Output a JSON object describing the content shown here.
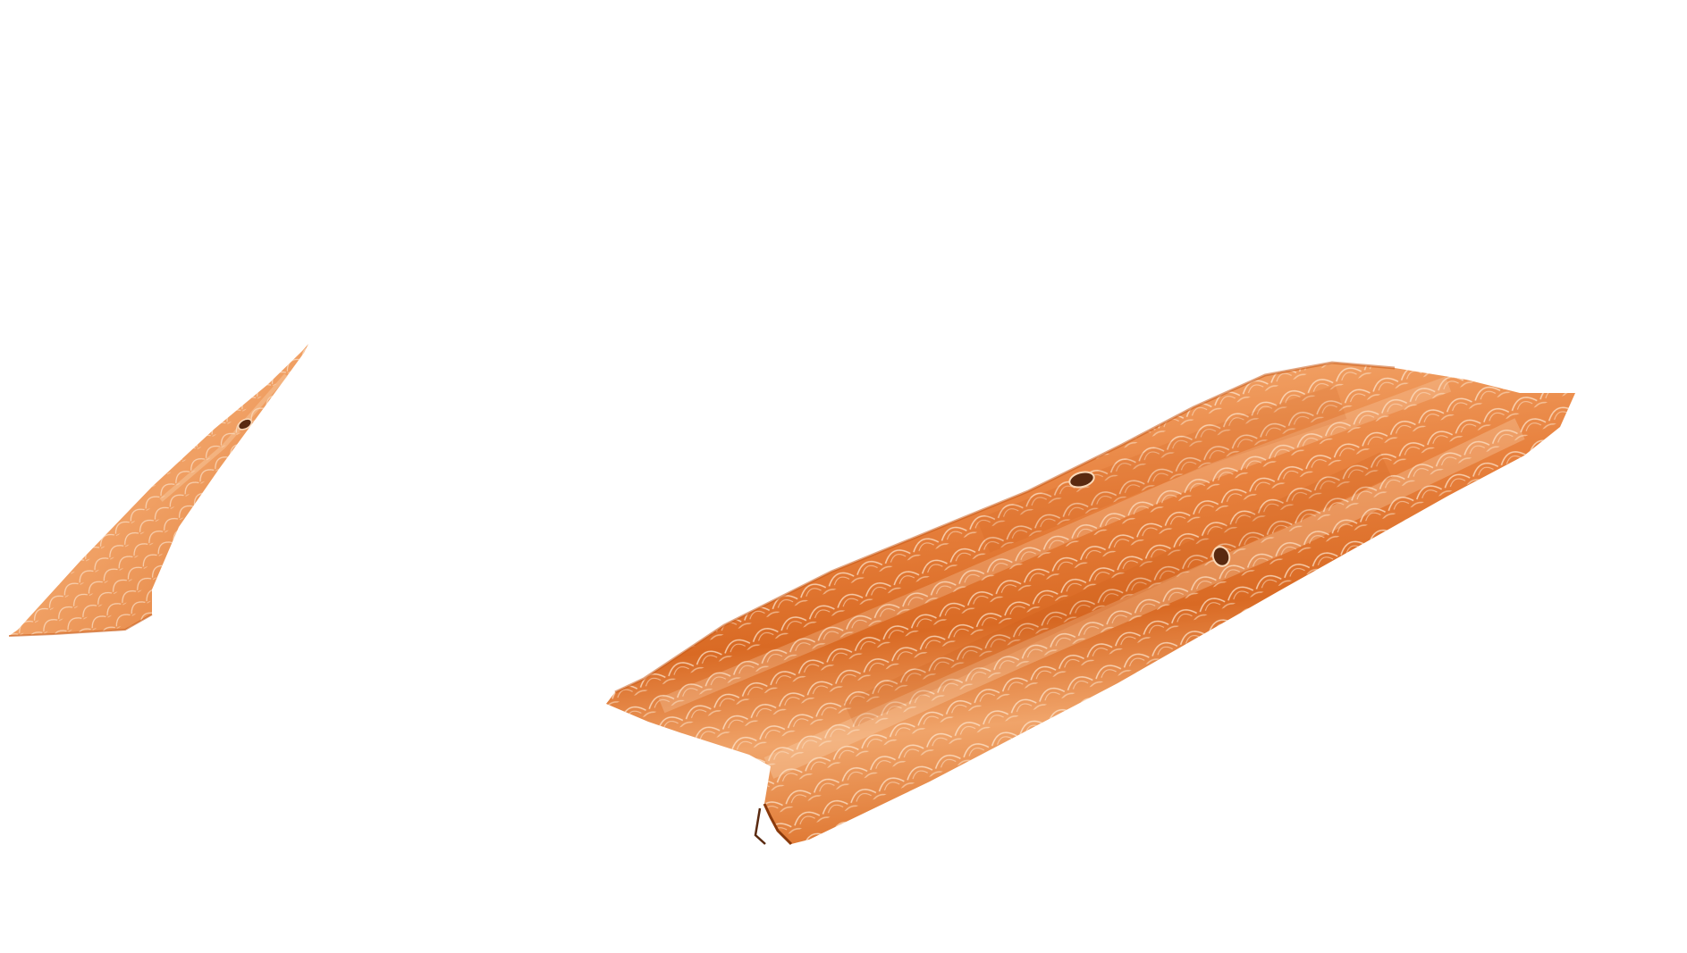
{
  "colors": {
    "background": "#ffffff",
    "fragment_base": "#e8823f",
    "fragment_light": "#f6b27a",
    "fragment_highlight": "#fbd9b8",
    "fragment_dark": "#c85a16",
    "pattern_line": "#fde6d0",
    "hole": "#5a2a10"
  },
  "fragments": [
    {
      "name": "small-fragment",
      "holes": 1
    },
    {
      "name": "large-fragment",
      "holes": 2
    }
  ]
}
